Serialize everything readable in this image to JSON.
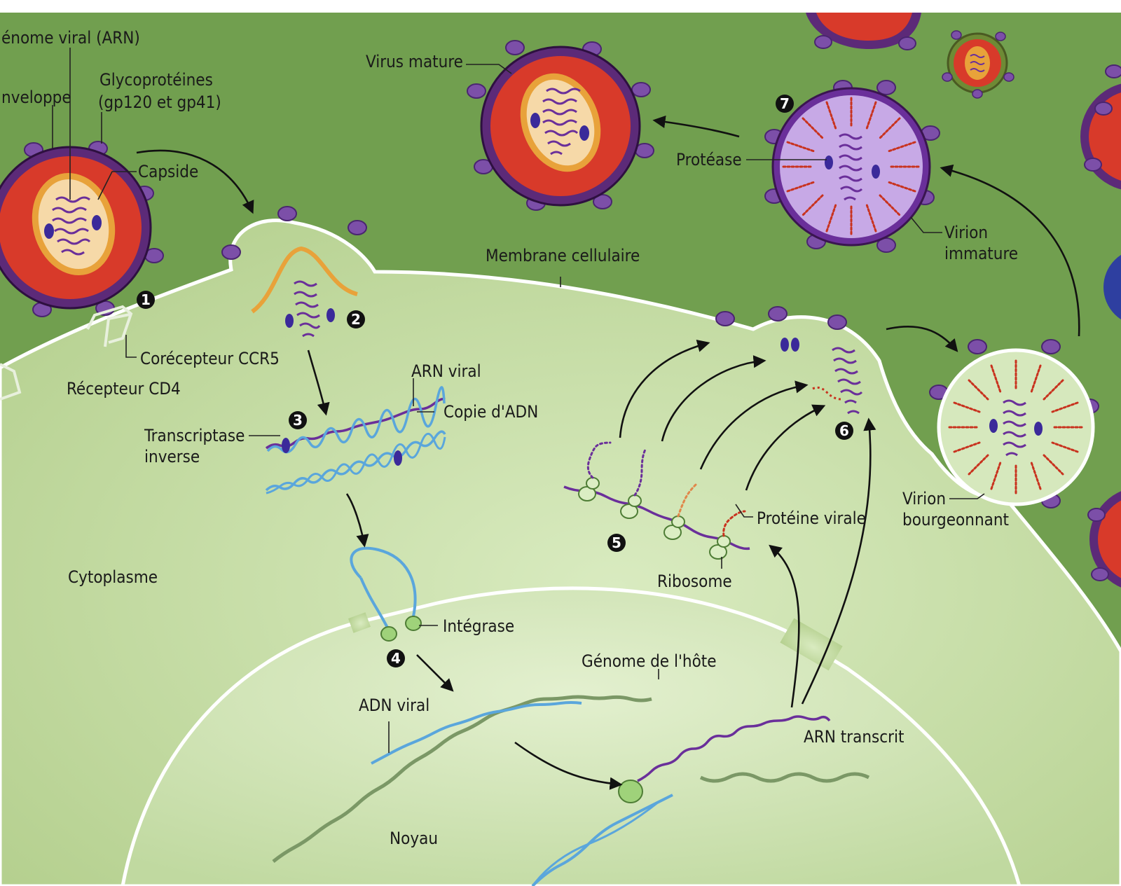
{
  "colors": {
    "extracellular": "#6f9c4e",
    "cytoplasm": "#c4dca4",
    "nucleus": "#d6e8bd",
    "membrane": "#ffffff",
    "viral_envelope": "#5c2a78",
    "virus_core": "#d83a2a",
    "capsid": "#e8a23a",
    "glycoprotein": "#7c4fa8",
    "viral_rna": "#6a2f9a",
    "viral_dna": "#5aa6dc",
    "host_dna": "#7b9866",
    "immature_virion": "#c7a9e6",
    "protein_dots": "#c8321e"
  },
  "labels": {
    "genome_viral": "énome viral (ARN)",
    "enveloppe": "nveloppe",
    "glyco_1": "Glycoprotéines",
    "glyco_2": "(gp120 et gp41)",
    "capside": "Capside",
    "virus_mature": "Virus mature",
    "protease": "Protéase",
    "virion_immature_1": "Virion",
    "virion_immature_2": "immature",
    "membrane": "Membrane cellulaire",
    "corecepteur": "Corécepteur CCR5",
    "recepteur": "Récepteur CD4",
    "arn_viral": "ARN viral",
    "copie_adn": "Copie d'ADN",
    "transcriptase_1": "Transcriptase",
    "transcriptase_2": "inverse",
    "cytoplasme": "Cytoplasme",
    "integrase": "Intégrase",
    "genome_hote": "Génome de l'hôte",
    "adn_viral": "ADN viral",
    "arn_transcrit": "ARN transcrit",
    "noyau": "Noyau",
    "proteine_virale": "Protéine virale",
    "ribosome": "Ribosome",
    "virion_bourgeonnant_1": "Virion",
    "virion_bourgeonnant_2": "bourgeonnant"
  },
  "steps": [
    "1",
    "2",
    "3",
    "4",
    "5",
    "6",
    "7"
  ]
}
